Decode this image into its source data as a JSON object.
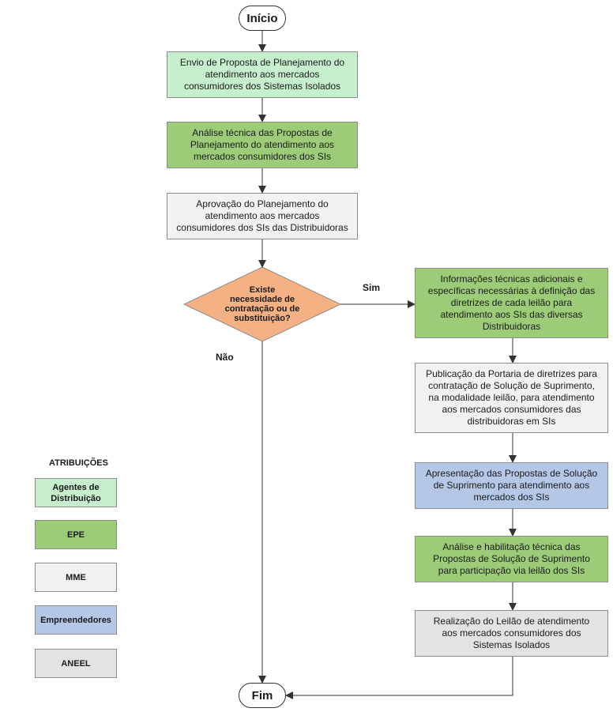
{
  "colors": {
    "agentes": "#c6efce",
    "epe": "#9ccc78",
    "mme": "#f2f2f2",
    "empreendedores": "#b4c7e7",
    "aneel": "#e3e3e3",
    "decision": "#f4b183",
    "line": "#333333"
  },
  "start": {
    "label": "Início"
  },
  "end": {
    "label": "Fim"
  },
  "steps": [
    {
      "text": "Envio de Proposta de Planejamento do\natendimento aos mercados\nconsumidores dos Sistemas Isolados",
      "role": "agentes"
    },
    {
      "text": "Análise técnica das Propostas de\nPlanejamento do atendimento aos\nmercados consumidores dos  SIs",
      "role": "epe"
    },
    {
      "text": "Aprovação do Planejamento do\natendimento aos mercados\nconsumidores dos SIs das Distribuidoras",
      "role": "mme"
    },
    {
      "text": "Informações técnicas adicionais e\nespecíficas necessárias à definição das\ndiretrizes de cada leilão para\natendimento aos SIs das diversas\nDistribuidoras",
      "role": "epe"
    },
    {
      "text": "Publicação da Portaria de diretrizes para\ncontratação de Solução de Suprimento,\nna modalidade leilão, para atendimento\naos mercados consumidores das\ndistribuidoras em SIs",
      "role": "mme"
    },
    {
      "text": "Apresentação das Propostas de Solução\nde Suprimento para atendimento aos\nmercados dos SIs",
      "role": "empreendedores"
    },
    {
      "text": "Análise e habilitação técnica das\nPropostas de Solução de Suprimento\npara participação via leilão dos  SIs",
      "role": "epe"
    },
    {
      "text": "Realização do Leilão de atendimento\naos mercados consumidores dos\nSistemas Isolados",
      "role": "aneel"
    }
  ],
  "decision": {
    "text": "Existe\nnecessidade de\ncontratação ou de\nsubstituição?",
    "yes_label": "Sim",
    "no_label": "Não"
  },
  "legend": {
    "title": "ATRIBUIÇÕES",
    "items": [
      {
        "label": "Agentes de\nDistribuição",
        "role": "agentes"
      },
      {
        "label": "EPE",
        "role": "epe"
      },
      {
        "label": "MME",
        "role": "mme"
      },
      {
        "label": "Empreendedores",
        "role": "empreendedores"
      },
      {
        "label": "ANEEL",
        "role": "aneel"
      }
    ]
  }
}
